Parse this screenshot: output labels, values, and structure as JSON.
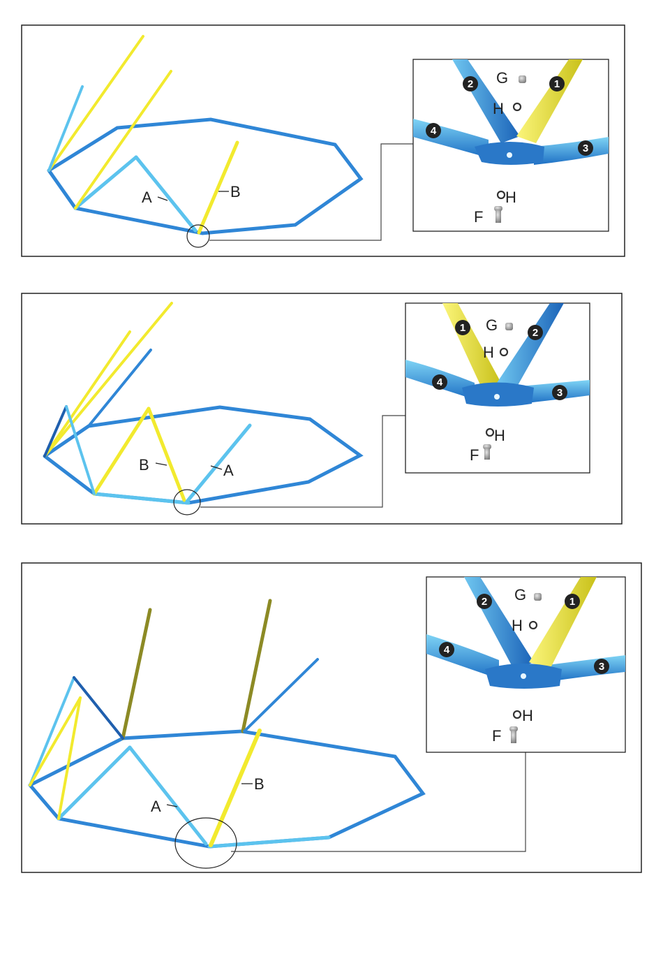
{
  "steps": [
    {
      "labels": {
        "a": "A",
        "b": "B"
      },
      "detail": {
        "n1": "1",
        "n2": "2",
        "n3": "3",
        "n4": "4",
        "g": "G",
        "h_top": "H",
        "h_bottom": "H",
        "f": "F"
      }
    },
    {
      "labels": {
        "a": "A",
        "b": "B"
      },
      "detail": {
        "n1": "1",
        "n2": "2",
        "n3": "3",
        "n4": "4",
        "g": "G",
        "h_top": "H",
        "h_bottom": "H",
        "f": "F"
      }
    },
    {
      "labels": {
        "a": "A",
        "b": "B"
      },
      "detail": {
        "n1": "1",
        "n2": "2",
        "n3": "3",
        "n4": "4",
        "g": "G",
        "h_top": "H",
        "h_bottom": "H",
        "f": "F"
      }
    }
  ],
  "colors": {
    "frame_blue": "#2f86d6",
    "light_blue": "#5cc3ee",
    "yellow": "#f2ea2e",
    "dark_blue": "#1f5fae",
    "olive": "#8c8a25"
  }
}
